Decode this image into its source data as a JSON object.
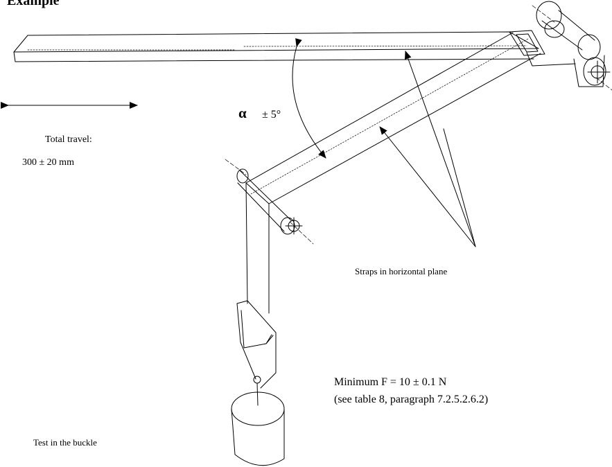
{
  "header": {
    "title": "Example"
  },
  "angle": {
    "symbol": "α",
    "tolerance": "±  5°"
  },
  "travel": {
    "title": "Total travel:",
    "value": "300 ± 20 mm"
  },
  "straps": {
    "label": "Straps in horizontal plane"
  },
  "force": {
    "minimum": "Minimum F = 10 ± 0.1 N",
    "reference": "(see table 8, paragraph 7.2.5.2.6.2)"
  },
  "caption": {
    "text": "Test in the buckle"
  },
  "colors": {
    "line": "#000000",
    "background": "#ffffff"
  }
}
